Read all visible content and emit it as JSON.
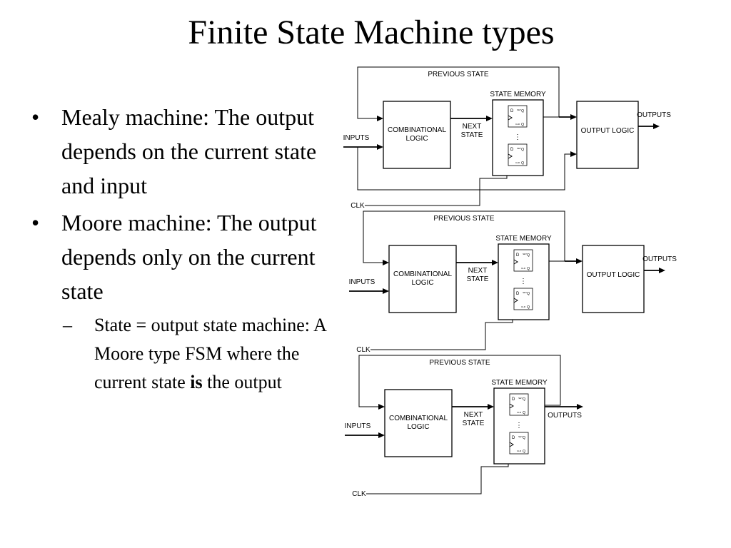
{
  "slide": {
    "title": "Finite State Machine types",
    "bullets": [
      {
        "text": "Mealy machine: The output depends on the current state and input"
      },
      {
        "text": "Moore machine: The output depends only on the current state"
      }
    ],
    "sub_bullet": {
      "prefix": "State = output state machine: A Moore type FSM where the current state ",
      "bold": "is",
      "suffix": " the output"
    }
  },
  "diagrams": {
    "labels": {
      "previous_state": "PREVIOUS STATE",
      "state_memory": "STATE MEMORY",
      "combinational": "COMBINATIONAL",
      "logic": "LOGIC",
      "next": "NEXT",
      "state": "STATE",
      "inputs": "INPUTS",
      "outputs": "OUTPUTS",
      "output_logic": "OUTPUT LOGIC",
      "clk": "CLK",
      "ff_d": "D",
      "ff_q": "Q",
      "ff_set": "SET",
      "ff_clr": "CLR",
      "ellipsis": "⋮"
    },
    "mealy": {
      "type": "mealy"
    },
    "moore": {
      "type": "moore"
    },
    "state_output": {
      "type": "state-output"
    }
  }
}
